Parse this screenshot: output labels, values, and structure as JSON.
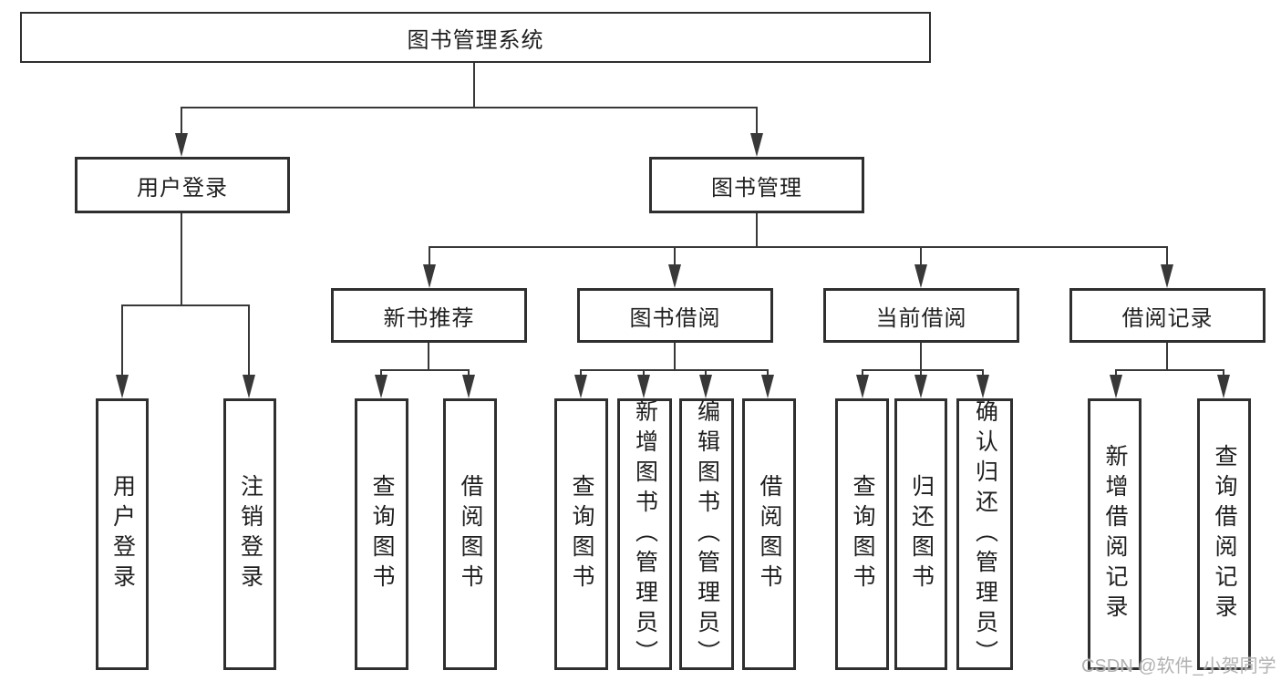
{
  "diagram": {
    "root": {
      "label": "图书管理系统"
    },
    "level2": {
      "user_login": {
        "label": "用户登录"
      },
      "book_management": {
        "label": "图书管理"
      }
    },
    "level3": {
      "new_book_recommend": {
        "label": "新书推荐"
      },
      "book_borrow": {
        "label": "图书借阅"
      },
      "current_borrow": {
        "label": "当前借阅"
      },
      "borrow_records": {
        "label": "借阅记录"
      }
    },
    "leaves": {
      "user_login_leaf": {
        "label": "用户登录"
      },
      "logout_leaf": {
        "label": "注销登录"
      },
      "query_books_recommend": {
        "label": "查询图书"
      },
      "borrow_books_recommend": {
        "label": "借阅图书"
      },
      "query_books_borrow": {
        "label": "查询图书"
      },
      "add_books_admin": {
        "label": "新增图书（管理员）"
      },
      "edit_books_admin": {
        "label": "编辑图书（管理员）"
      },
      "borrow_books_borrow": {
        "label": "借阅图书"
      },
      "query_books_current": {
        "label": "查询图书"
      },
      "return_books": {
        "label": "归还图书"
      },
      "confirm_return_admin": {
        "label": "确认归还（管理员）"
      },
      "add_borrow_record": {
        "label": "新增借阅记录"
      },
      "query_borrow_record": {
        "label": "查询借阅记录"
      }
    },
    "watermark": "CSDN @软件_小贺同学",
    "colors": {
      "line": "#383838",
      "border": "#2f2f2f",
      "text": "#1f1f1f",
      "watermark": "#b2b2b2",
      "background": "#ffffff"
    }
  }
}
